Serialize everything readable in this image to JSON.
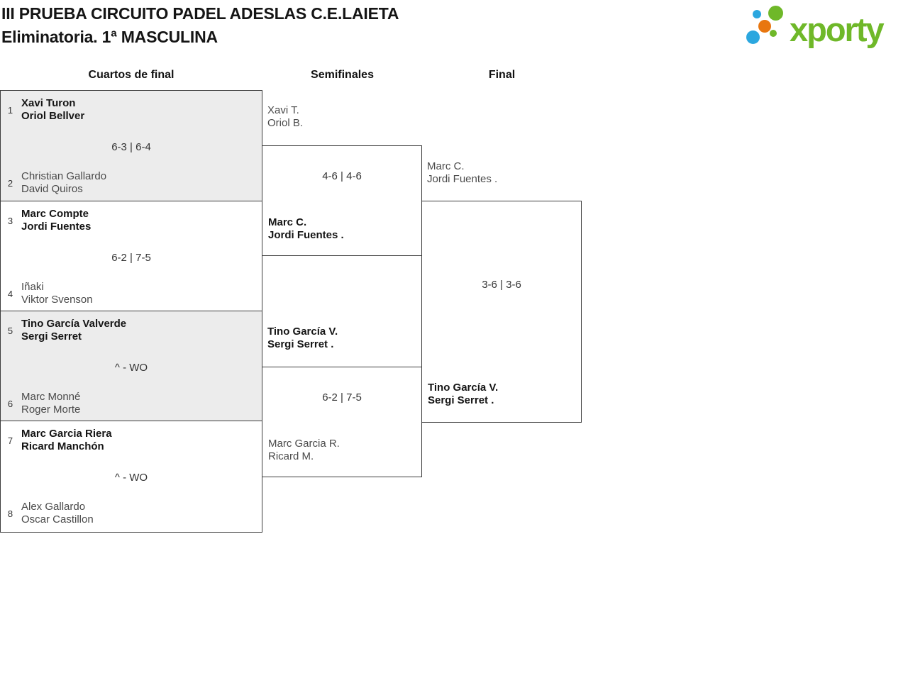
{
  "header": {
    "title_line1": "III PRUEBA CIRCUITO PADEL ADESLAS C.E.LAIETA",
    "title_line2": "Eliminatoria. 1ª MASCULINA",
    "logo_text": "xporty"
  },
  "colors": {
    "logo_green": "#6fb829",
    "logo_blue": "#2ba7df",
    "logo_orange": "#e8760f",
    "block_gray_bg": "#ececec",
    "border": "#3c3c3c",
    "winner_text": "#151515",
    "loser_text": "#4a4a4a"
  },
  "bracket": {
    "round_headers": [
      "Cuartos de final",
      "Semifinales",
      "Final"
    ],
    "quarterfinals": [
      {
        "top": {
          "seed": "1",
          "players": [
            "Xavi Turon",
            "Oriol Bellver"
          ],
          "winner": true
        },
        "score": "6-3 | 6-4",
        "bottom": {
          "seed": "2",
          "players": [
            "Christian Gallardo",
            "David Quiros"
          ],
          "winner": false
        }
      },
      {
        "top": {
          "seed": "3",
          "players": [
            "Marc Compte",
            "Jordi Fuentes"
          ],
          "winner": true
        },
        "score": "6-2 | 7-5",
        "bottom": {
          "seed": "4",
          "players": [
            "Iñaki",
            "Viktor Svenson"
          ],
          "winner": false
        }
      },
      {
        "top": {
          "seed": "5",
          "players": [
            "Tino García Valverde",
            "Sergi Serret"
          ],
          "winner": true
        },
        "score": "^ - WO",
        "bottom": {
          "seed": "6",
          "players": [
            "Marc Monné",
            "Roger Morte"
          ],
          "winner": false
        }
      },
      {
        "top": {
          "seed": "7",
          "players": [
            "Marc Garcia Riera",
            "Ricard Manchón"
          ],
          "winner": true
        },
        "score": "^ - WO",
        "bottom": {
          "seed": "8",
          "players": [
            "Alex Gallardo",
            "Oscar Castillon"
          ],
          "winner": false
        }
      }
    ],
    "semifinals": [
      {
        "top": {
          "players": [
            "Xavi T.",
            "Oriol B."
          ],
          "winner": false
        },
        "score": "4-6 | 4-6",
        "bottom": {
          "players": [
            "Marc C.",
            "Jordi Fuentes ."
          ],
          "winner": true
        }
      },
      {
        "top": {
          "players": [
            "Tino García V.",
            "Sergi Serret ."
          ],
          "winner": true
        },
        "score": "6-2 | 7-5",
        "bottom": {
          "players": [
            "Marc Garcia R.",
            "Ricard M."
          ],
          "winner": false
        }
      }
    ],
    "final": {
      "top": {
        "players": [
          "Marc C.",
          "Jordi Fuentes ."
        ],
        "winner": false
      },
      "score": "3-6 | 3-6",
      "bottom": {
        "players": [
          "Tino García V.",
          "Sergi Serret ."
        ],
        "winner": true
      }
    }
  }
}
